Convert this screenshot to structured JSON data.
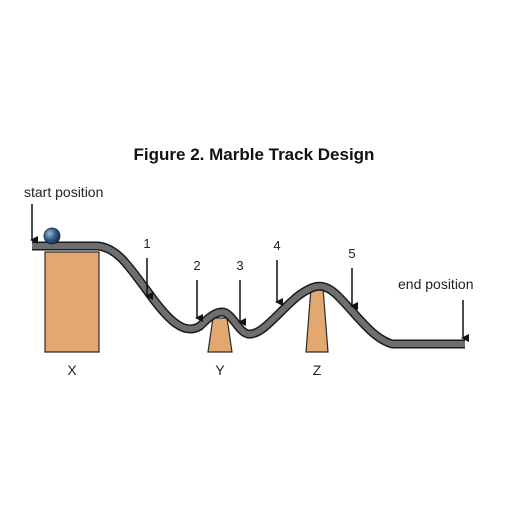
{
  "figure": {
    "title": "Figure 2. Marble Track Design",
    "start_label": "start position",
    "end_label": "end position",
    "supports": {
      "x": "X",
      "y": "Y",
      "z": "Z"
    },
    "markers": [
      "1",
      "2",
      "3",
      "4",
      "5"
    ],
    "colors": {
      "track": "#6e6e6e",
      "track_edge": "#1a1a1a",
      "support": "#e3a771",
      "support_edge": "#2a2a2a",
      "marble": "#3d5f8a"
    }
  }
}
